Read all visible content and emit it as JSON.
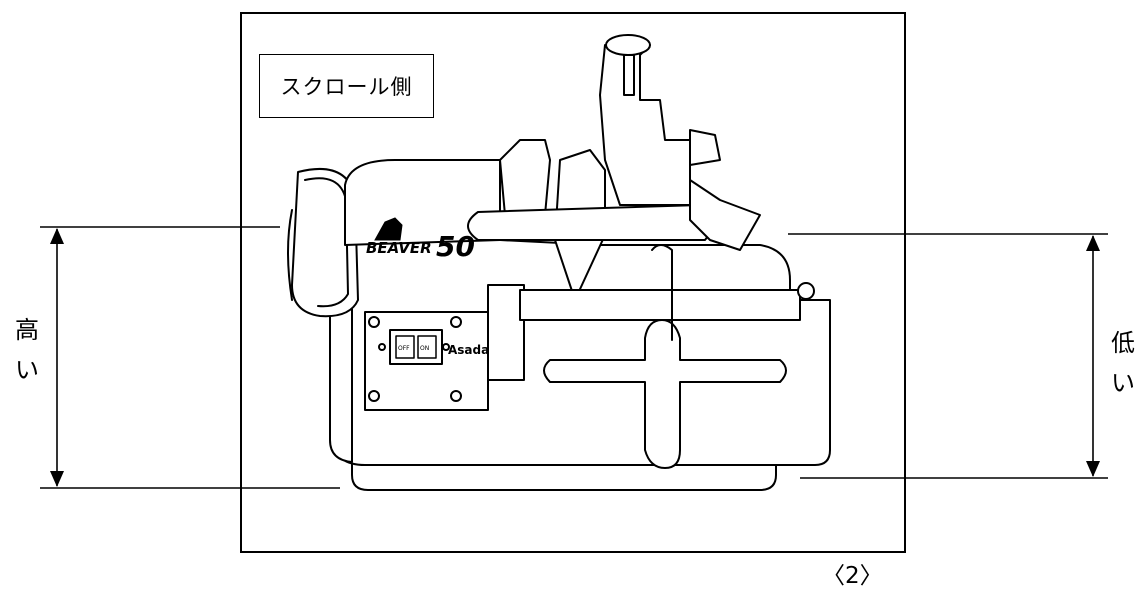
{
  "scroll_side_label": "スクロール側",
  "left_label": {
    "line1": "高",
    "line2": "い"
  },
  "right_label": {
    "line1": "低",
    "line2": "い"
  },
  "machine": {
    "brand_name": "BEAVER",
    "model_number": "50",
    "maker": "Asada",
    "switch_off": "OFF",
    "switch_on": "ON"
  },
  "page_number": "〈2〉",
  "colors": {
    "line": "#000000",
    "background": "#ffffff",
    "fill": "#ffffff"
  }
}
